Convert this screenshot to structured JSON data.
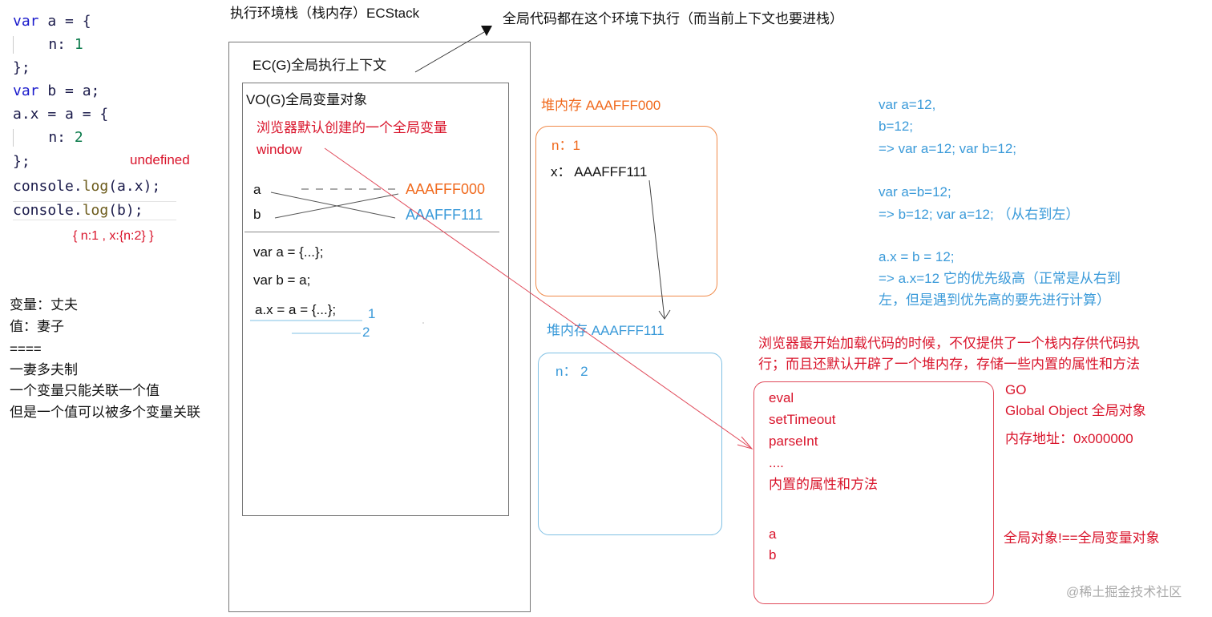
{
  "code": {
    "lines": [
      {
        "kw": "var",
        "rest": " a = {"
      },
      {
        "key": "    n: ",
        "num": "1"
      },
      {
        "plain": "};"
      },
      {
        "kw": "var",
        "rest": " b = a;"
      },
      {
        "plain": "a.x = a = {"
      },
      {
        "key": "    n: ",
        "num": "2"
      },
      {
        "plain": "};"
      },
      {
        "obj": "console.",
        "fn": "log",
        "args": "(a.x);"
      },
      {
        "obj": "console.",
        "fn": "log",
        "args": "(b);"
      }
    ],
    "undefined_note": "undefined",
    "result_note": "{ n:1 , x:{n:2} }"
  },
  "notes_left": [
    "变量：丈夫",
    "值：妻子",
    "====",
    "一妻多夫制",
    "一个变量只能关联一个值",
    "但是一个值可以被多个变量关联"
  ],
  "ecstack": {
    "title": "执行环境栈（栈内存）ECStack",
    "arrow_note": "全局代码都在这个环境下执行（而当前上下文也要进栈）",
    "ecg_label": "EC(G)全局执行上下文",
    "vo": {
      "title": "VO(G)全局变量对象",
      "window_note_1": "浏览器默认创建的一个全局变量",
      "window_note_2": "window",
      "var_a": "a",
      "var_b": "b",
      "addr_1": "AAAFFF000",
      "addr_2": "AAAFFF111",
      "stmts": [
        "var a = {...};",
        "var b = a;",
        "a.x = a = {...};"
      ],
      "step_1": "1",
      "step_2": "2"
    }
  },
  "heap1": {
    "label": "堆内存  AAAFFF000",
    "prop_n": "n：1",
    "prop_x": "x：  AAAFFF111"
  },
  "heap2": {
    "label": "堆内存    AAAFFF111",
    "prop_n": "n：  2"
  },
  "notes_right": [
    "var a=12,",
    "     b=12;",
    "=> var a=12;  var b=12;",
    "var a=b=12;",
    "=> b=12;  var a=12;  （从右到左）",
    "a.x = b = 12;",
    "=> a.x=12  它的优先级高（正常是从右到",
    "左，但是遇到优先高的要先进行计算）"
  ],
  "go": {
    "intro_1": "浏览器最开始加载代码的时候，不仅提供了一个栈内存供代码执",
    "intro_2": "行；而且还默认开辟了一个堆内存，存储一些内置的属性和方法",
    "items": [
      "eval",
      "setTimeout",
      "parseInt",
      "....",
      "内置的属性和方法"
    ],
    "vars": [
      "a",
      "b"
    ],
    "go_label": "GO",
    "go_full": "Global Object 全局对象",
    "address": "内存地址：0x000000",
    "inequality": "全局对象!==全局变量对象"
  },
  "watermark": "@稀土掘金技术社区",
  "colors": {
    "red": "#d9142b",
    "blue": "#3a9ad9",
    "orange": "#f06a1e"
  }
}
